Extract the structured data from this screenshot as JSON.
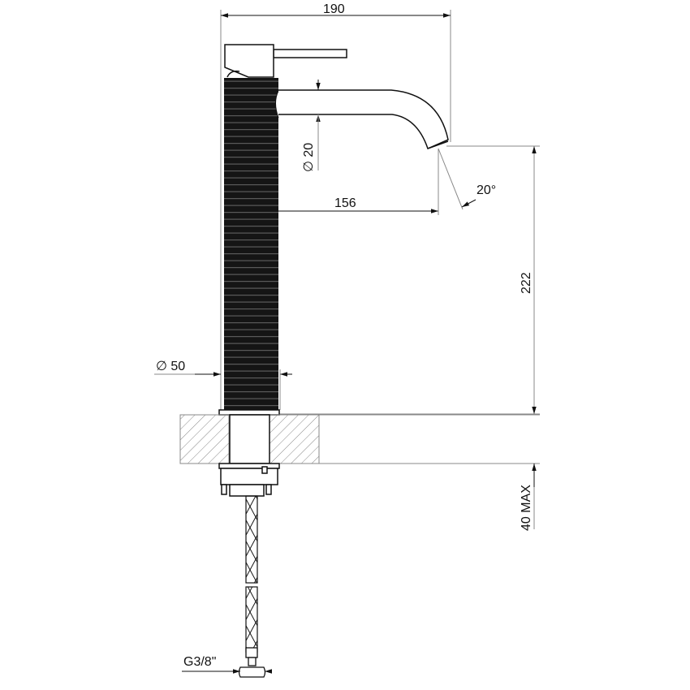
{
  "title": "Tall basin mixer with ribbed body - dimensional drawing",
  "colors": {
    "line": "#111111",
    "dimension_line": "#888888",
    "body_fill": "#151515",
    "rib_highlight": "#6a6a6a",
    "hatch": "#888888"
  },
  "dimensions": {
    "overall_width": {
      "label": "190",
      "unit": "mm"
    },
    "spout_diameter": {
      "label": "∅ 20",
      "symbol": "∅",
      "value": "20",
      "unit": "mm"
    },
    "spout_reach": {
      "label": "156",
      "unit": "mm"
    },
    "outlet_angle": {
      "label": "20°",
      "unit": "deg"
    },
    "spout_height": {
      "label": "222",
      "unit": "mm"
    },
    "body_diameter": {
      "label": "∅ 50",
      "symbol": "∅",
      "value": "50",
      "unit": "mm"
    },
    "max_deck_thickness": {
      "label": "40 MAX",
      "unit": "mm"
    },
    "connection_thread": {
      "label": "G3/8\""
    }
  },
  "parts": [
    {
      "name": "lever-handle"
    },
    {
      "name": "mixer-cap"
    },
    {
      "name": "ribbed-body"
    },
    {
      "name": "curved-spout"
    },
    {
      "name": "base-flange"
    },
    {
      "name": "countertop-section"
    },
    {
      "name": "fixing-nut"
    },
    {
      "name": "braided-flex-hose"
    },
    {
      "name": "hose-connector"
    }
  ]
}
